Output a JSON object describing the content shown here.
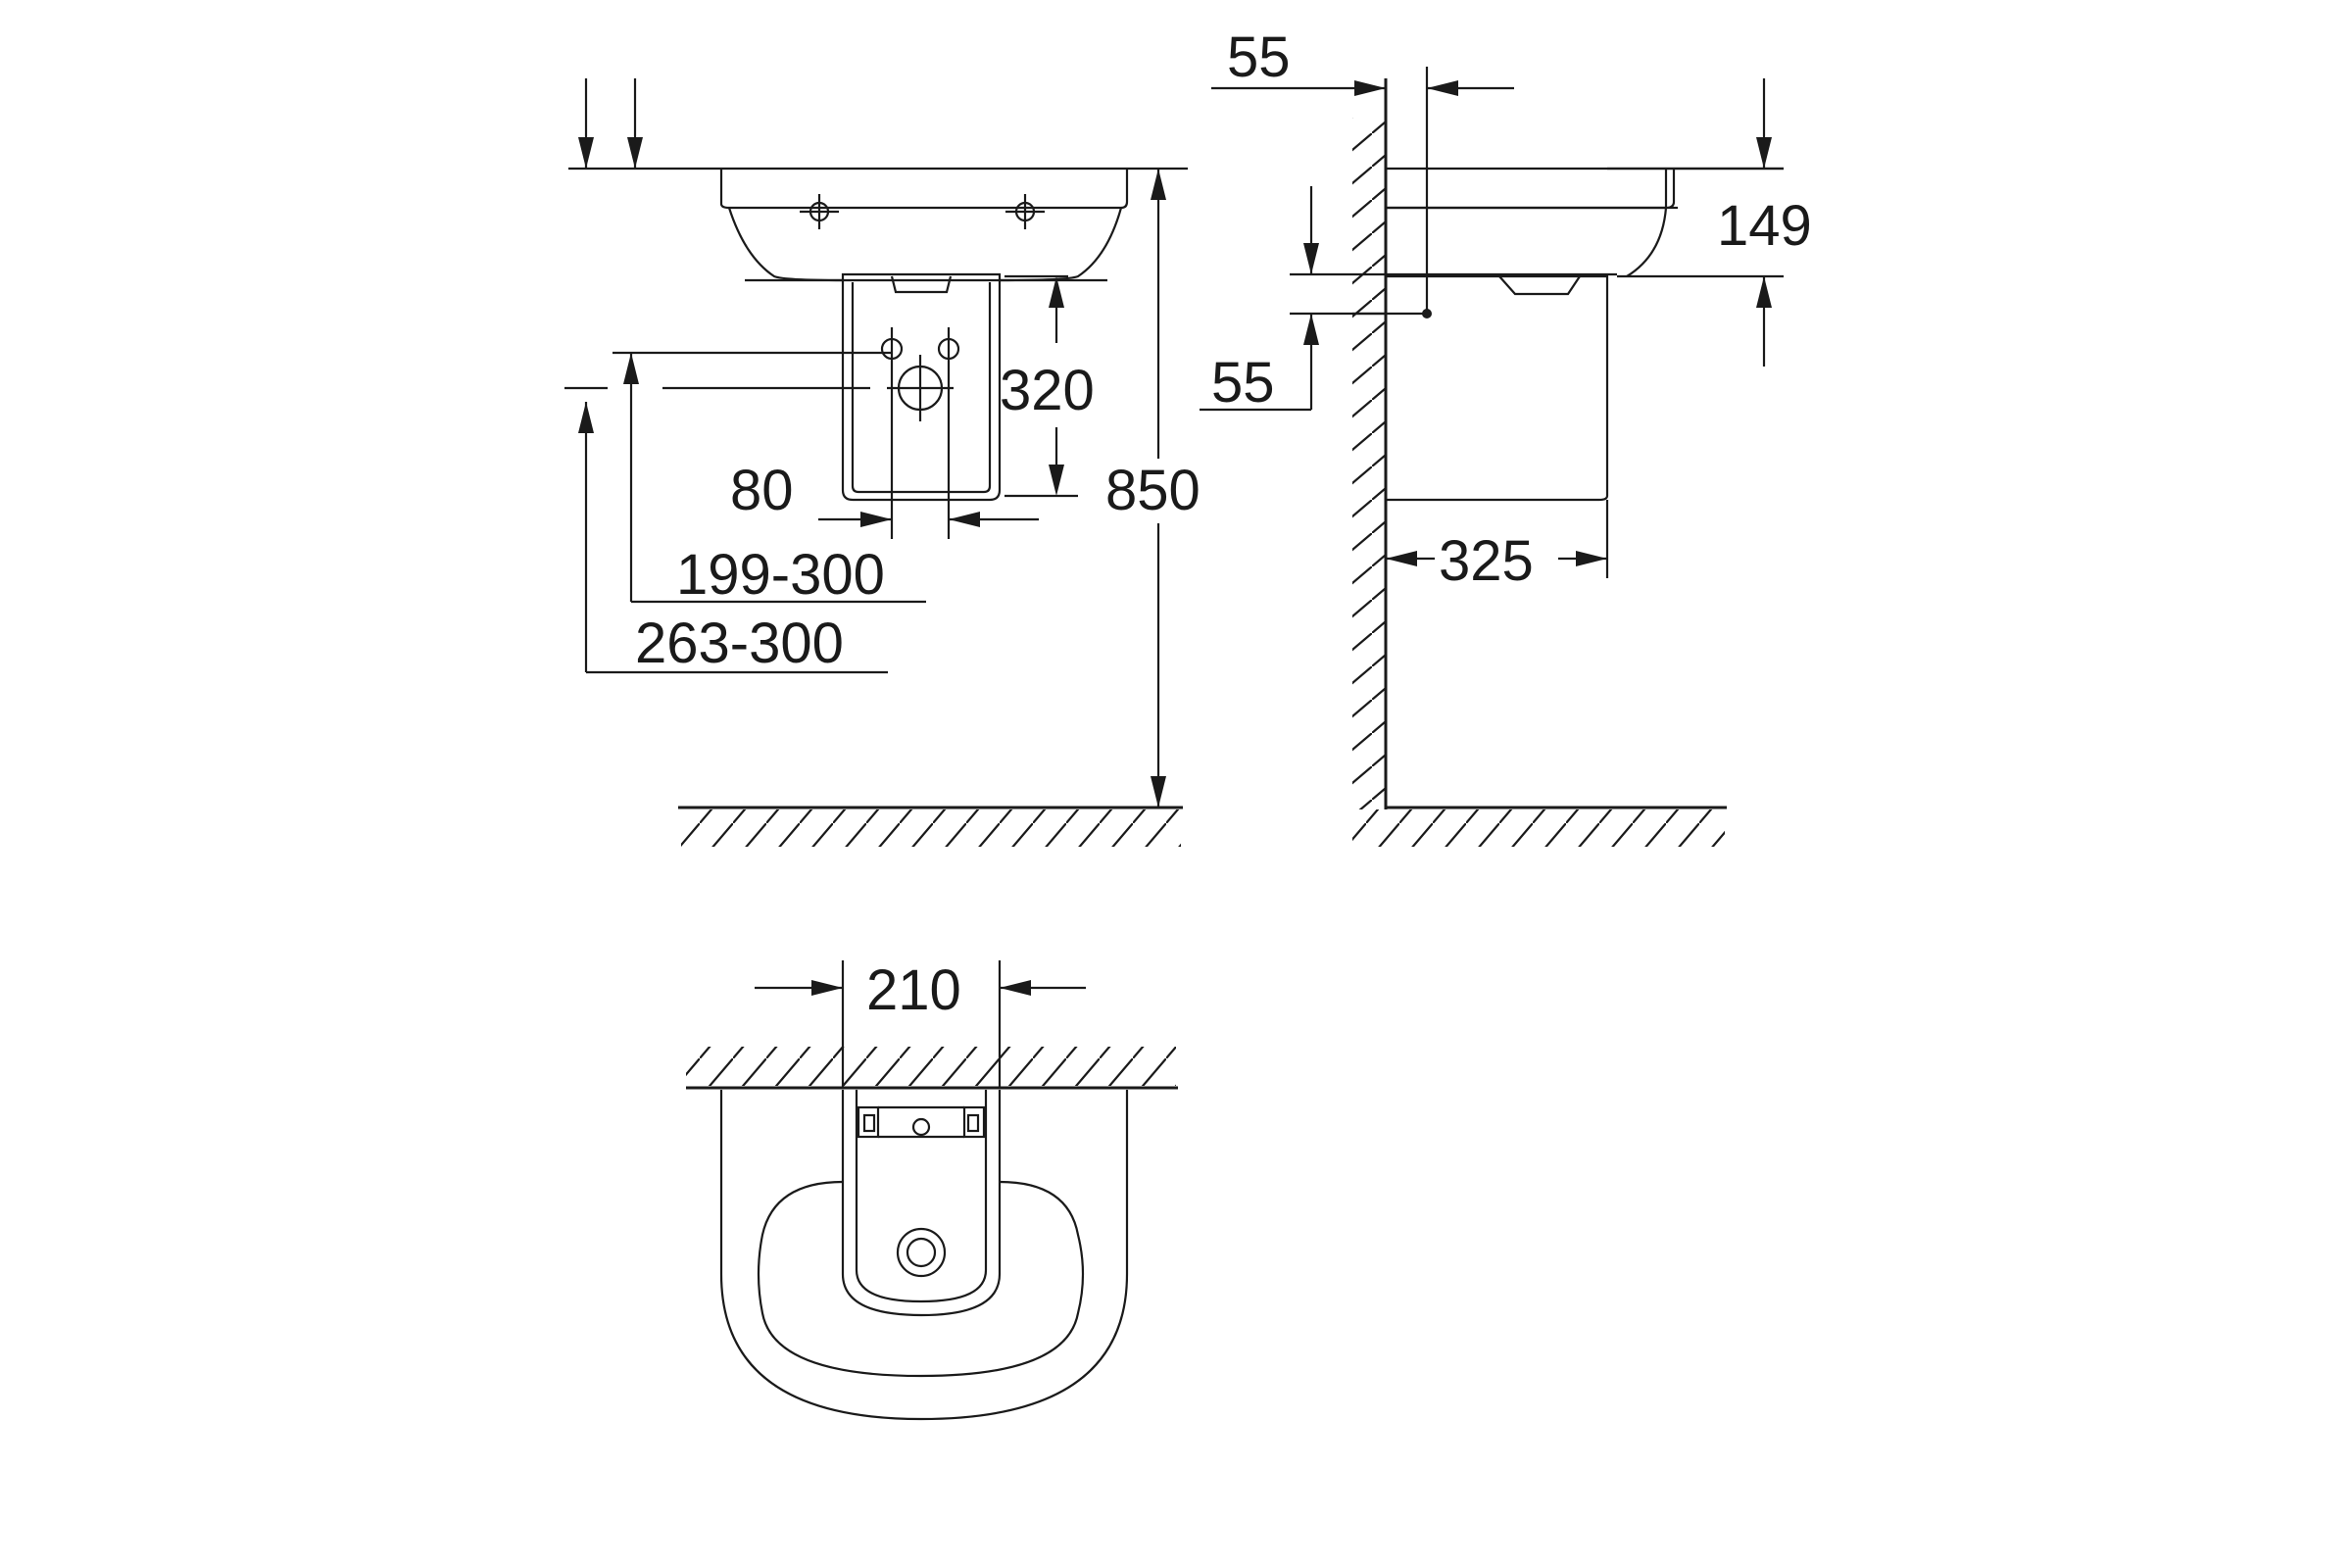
{
  "front_view": {
    "dim_320": "320",
    "dim_80": "80",
    "dim_199_300": "199-300",
    "dim_263_300": "263-300",
    "dim_850": "850"
  },
  "side_view": {
    "dim_55_top": "55",
    "dim_149": "149",
    "dim_55_left": "55",
    "dim_325": "325"
  },
  "top_view": {
    "dim_210": "210"
  }
}
